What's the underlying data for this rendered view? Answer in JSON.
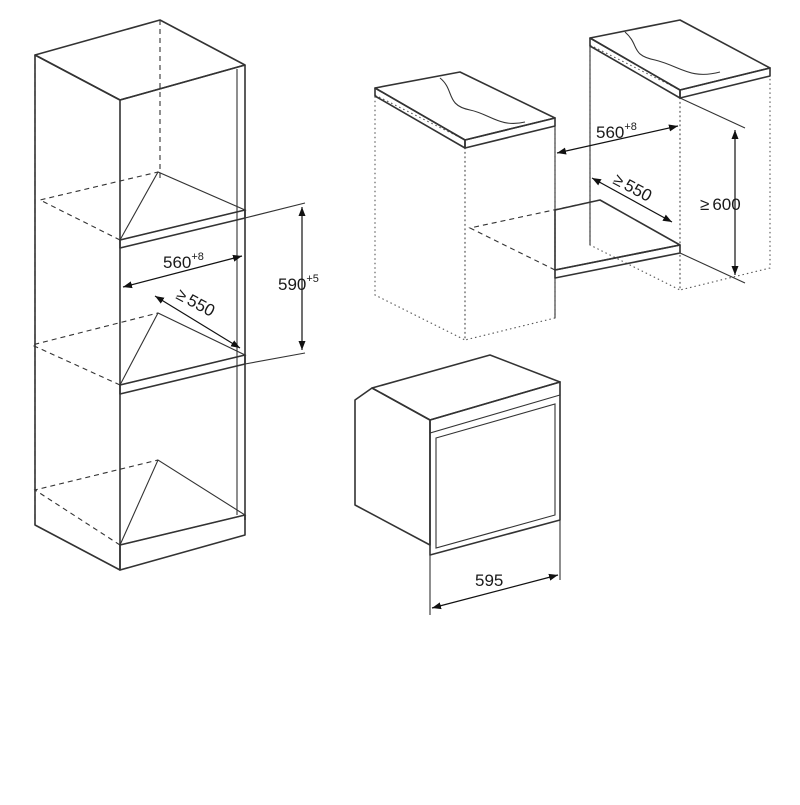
{
  "colors": {
    "panel_front": "#eeeeee",
    "panel_side": "#e2e2e2",
    "shelf": "#e6e6e6",
    "countertop": "#cdcdcd",
    "stroke": "#333333",
    "background": "#ffffff"
  },
  "tall_unit": {
    "width_dimension": {
      "value": "560",
      "tolerance": "+8"
    },
    "depth_dimension": {
      "prefix": "≥",
      "value": "550"
    },
    "height_dimension": {
      "value": "590",
      "tolerance": "+5"
    }
  },
  "under_counter": {
    "width_dimension": {
      "value": "560",
      "tolerance": "+8"
    },
    "depth_dimension": {
      "prefix": "≥",
      "value": "550"
    },
    "height_dimension": {
      "prefix": "≥",
      "value": "600"
    }
  },
  "appliance": {
    "width_dimension": {
      "value": "595"
    }
  }
}
